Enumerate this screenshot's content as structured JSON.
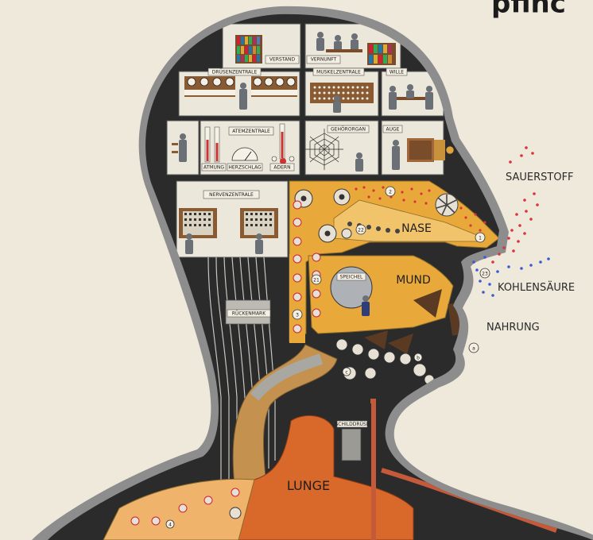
{
  "poster": {
    "corner_fragment": "pfinc"
  },
  "labels": {
    "verstand": "VERSTAND",
    "vernunft": "VERNUNFT",
    "druesenzentrale": "DRÜSENZENTRALE",
    "muskelzentrale": "MUSKELZENTRALE",
    "wille": "WILLE",
    "atemzentrale": "ATEMZENTRALE",
    "atmung": "ATMUNG",
    "herzschlag": "HERZSCHLAG",
    "adern": "ADERN",
    "gehoerorgan": "GEHÖRORGAN",
    "auge": "AUGE",
    "nervenzentrale": "NERVENZENTRALE",
    "rueckenmark": "RÜCKENMARK",
    "speichel": "SPEICHEL",
    "schilddruese": "SCHILDDRÜSE",
    "sauerstoff": "SAUERSTOFF",
    "nase": "NASE",
    "kohlensaeure": "KOHLENSÄURE",
    "mund": "MUND",
    "nahrung": "NAHRUNG",
    "lunge": "LUNGE"
  },
  "numbers": {
    "n1": "1",
    "n2": "2",
    "n3": "3",
    "n4": "4",
    "n21": "21",
    "n22": "22",
    "n23": "23",
    "a": "a",
    "b": "b",
    "c": "c"
  },
  "colors": {
    "background": "#efe9dc",
    "head_outline": "#8d8d8d",
    "interior_dark": "#2b2b2b",
    "machine_yellow": "#e8a93a",
    "lung_orange": "#d9682b",
    "oxygen_red": "#d8343a",
    "co2_blue": "#3d5bd0"
  }
}
